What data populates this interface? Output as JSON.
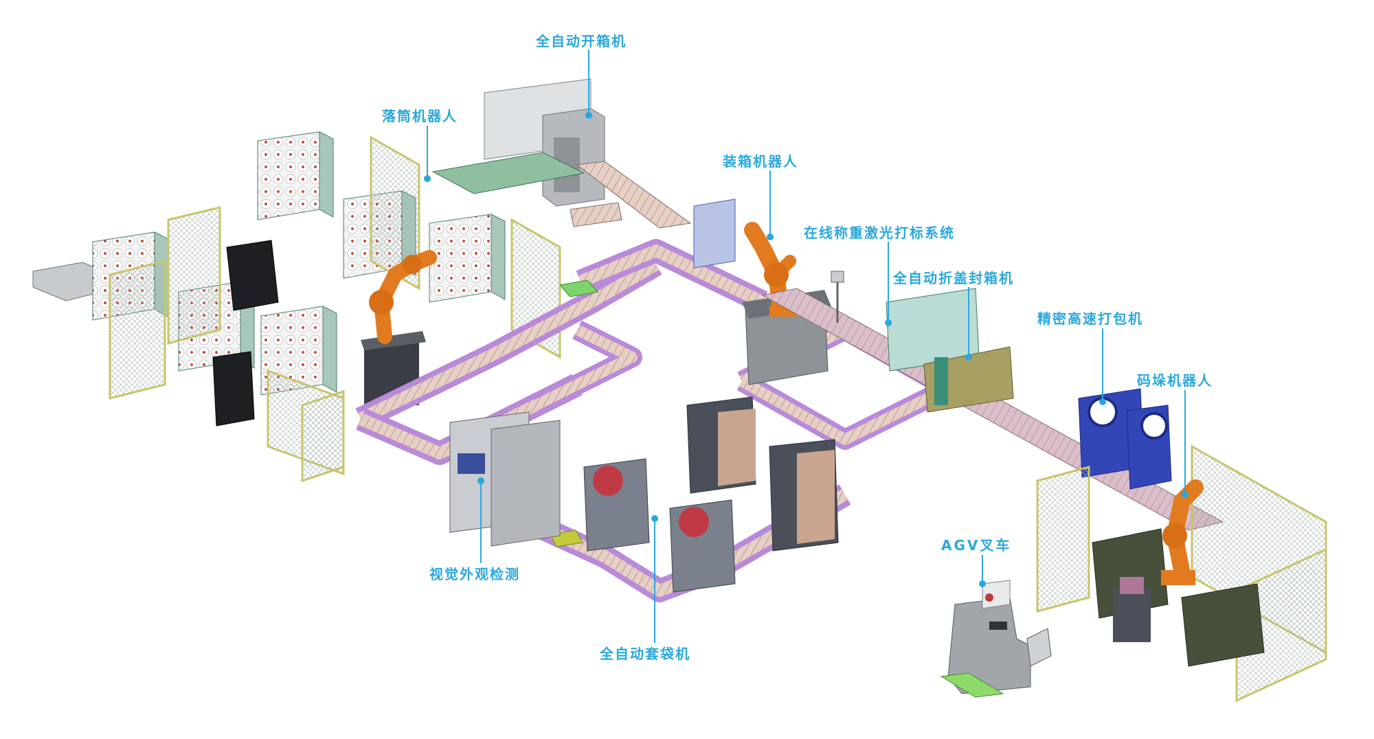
{
  "colors": {
    "label": "#29a8dd",
    "leader": "#29a8dd",
    "conveyor_purple": "#b98ad8",
    "conveyor_roller": "#e2c6b8",
    "robot_orange": "#e27a1f",
    "fence_frame": "#c8c46a",
    "fence_mesh": "#7d8f86",
    "cabinet_grey": "#c9ccd0",
    "cabinet_dark": "#4a4f5a",
    "cabinet_beige": "#c9a58f",
    "packer_blue": "#3346b8",
    "pallet_green": "#46503a",
    "agv_grey": "#a2a6aa"
  },
  "labels": {
    "auto_box_opener": "全自动开箱机",
    "doffing_robot": "落筒机器人",
    "boxing_robot": "装箱机器人",
    "weighing_laser": "在线称重激光打标系统",
    "auto_folding_sealer": "全自动折盖封箱机",
    "precision_strapper": "精密高速打包机",
    "palletizing_robot": "码垛机器人",
    "agv_forklift": "AGV叉车",
    "visual_inspection": "视觉外观检测",
    "auto_bagging": "全自动套袋机"
  }
}
